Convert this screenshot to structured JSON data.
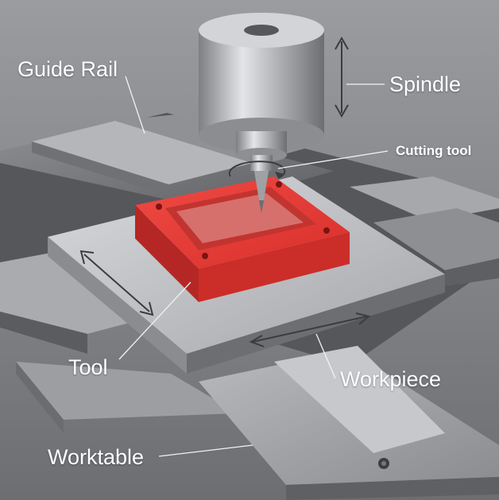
{
  "labels": {
    "guide_rail": "Guide Rail",
    "spindle": "Spindle",
    "cutting_tool": "Cutting tool",
    "tool": "Tool",
    "workpiece": "Workpiece",
    "worktable": "Worktable"
  },
  "colors": {
    "background": "#7a7c80",
    "metal_light": "#c9cacd",
    "metal_dark": "#6b6d71",
    "workpiece_red": "#e23a35",
    "label_text": "#ffffff"
  },
  "icons": [
    "vertical-double-arrow-icon",
    "rotation-arrow-icon",
    "horizontal-double-arrow-icon",
    "diagonal-double-arrow-icon"
  ]
}
